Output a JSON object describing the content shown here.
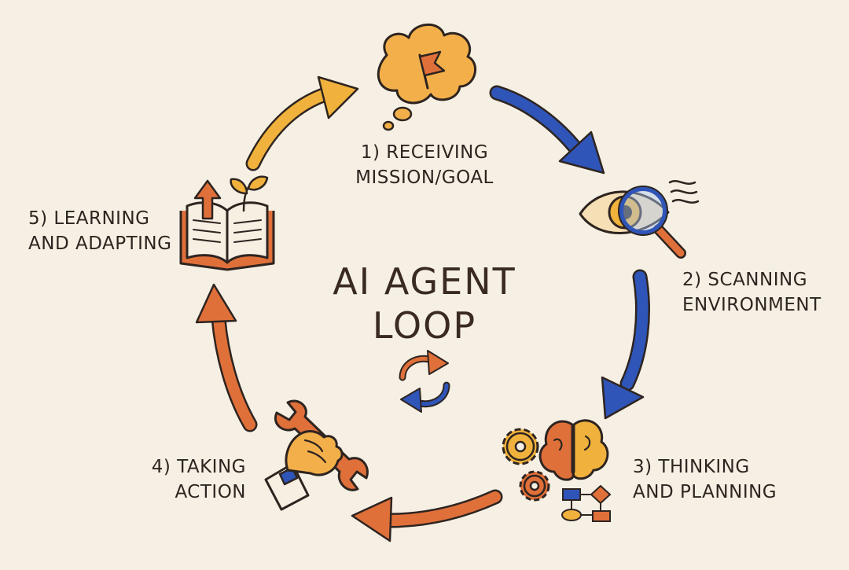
{
  "title": {
    "line1": "AI AGENT",
    "line2": "LOOP"
  },
  "steps": [
    {
      "line1": "1) RECEIVING",
      "line2": "MISSION/GOAL",
      "icon": "thought-cloud-flag-icon"
    },
    {
      "line1": "2) SCANNING",
      "line2": "ENVIRONMENT",
      "icon": "eye-magnifier-icon"
    },
    {
      "line1": "3) THINKING",
      "line2": "AND PLANNING",
      "icon": "brain-gears-flowchart-icon"
    },
    {
      "line1": "4) TAKING",
      "line2": "ACTION",
      "icon": "hand-wrench-icon"
    },
    {
      "line1": "5) LEARNING",
      "line2": "AND ADAPTING",
      "icon": "open-book-plant-icon"
    }
  ],
  "colors": {
    "background": "#f6f0e4",
    "outline": "#2e2420",
    "blue": "#2f55b8",
    "orange": "#e0703a",
    "yellow": "#f0b23c",
    "text": "#2e2420"
  }
}
